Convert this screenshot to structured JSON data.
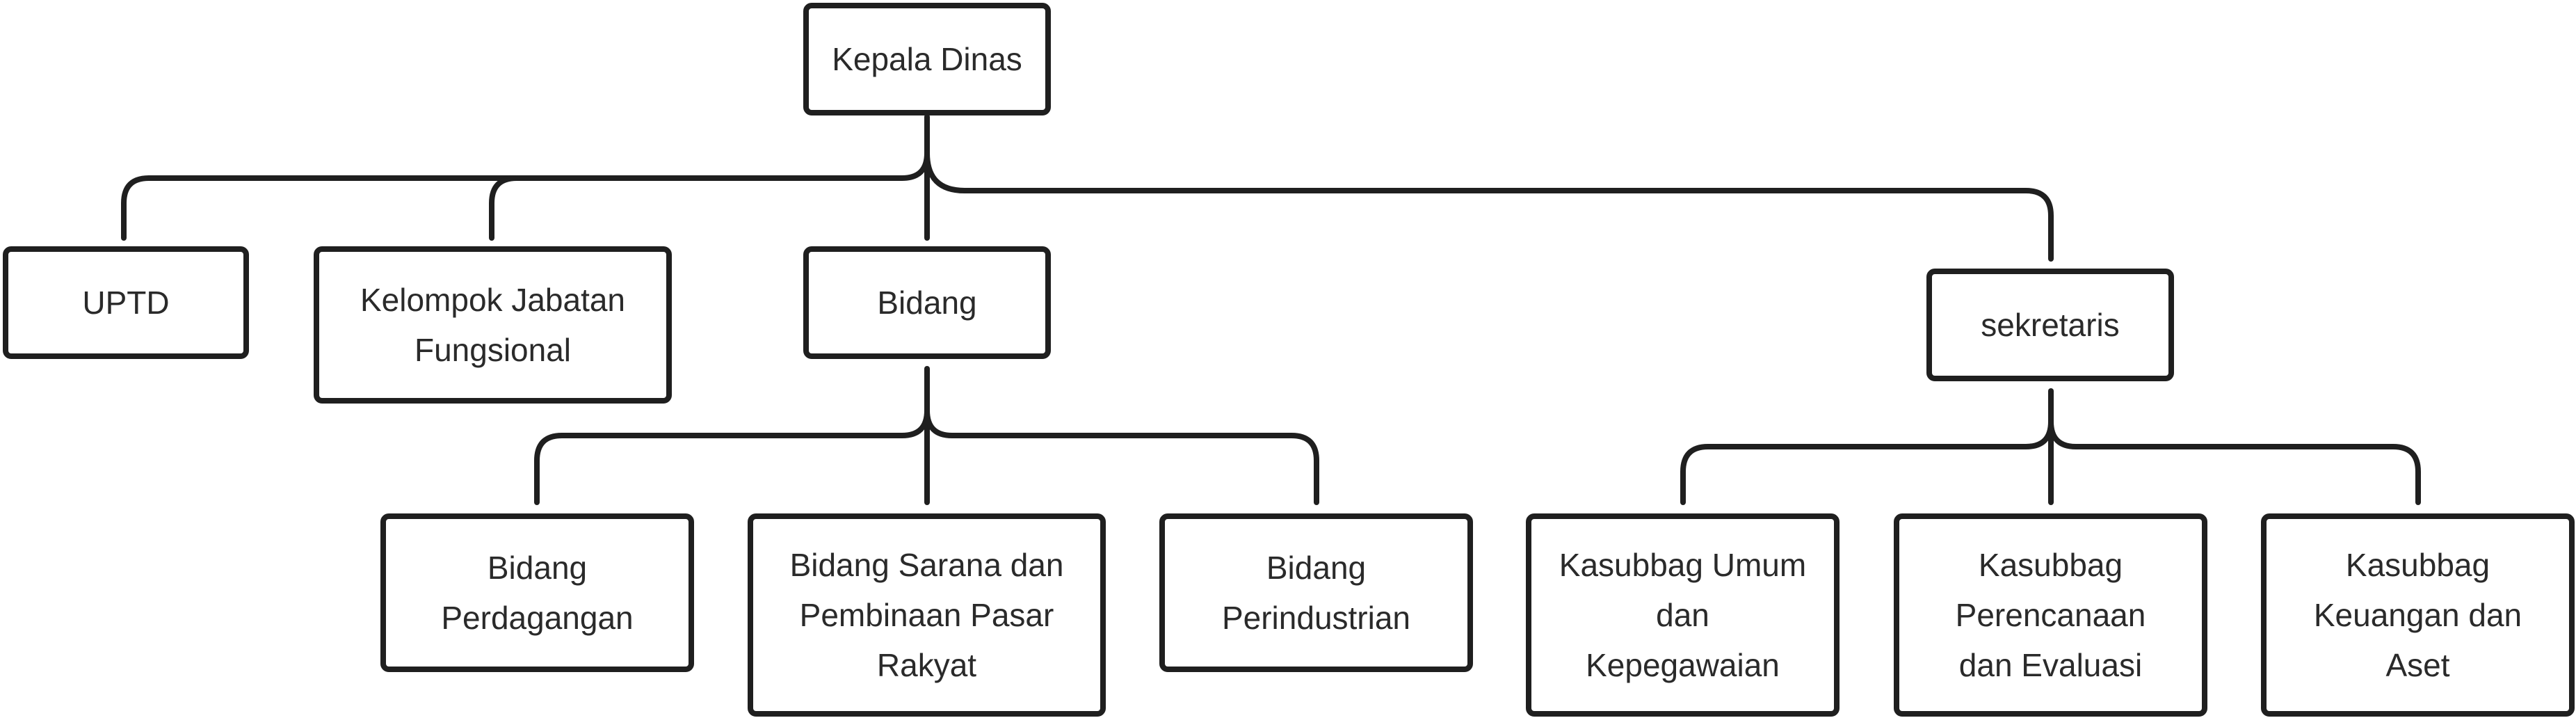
{
  "diagram": {
    "type": "org-chart",
    "colors": {
      "line": "#1f1f1f",
      "text": "#2a2a2a",
      "node_fill": "#ffffff"
    },
    "nodes": {
      "kepala_dinas": {
        "label": "Kepala Dinas"
      },
      "uptd": {
        "label": "UPTD"
      },
      "kelompok_jabatan_fungsional": {
        "label": "Kelompok Jabatan\nFungsional"
      },
      "bidang": {
        "label": "Bidang"
      },
      "sekretaris": {
        "label": "sekretaris"
      },
      "bidang_perdagangan": {
        "label": "Bidang\nPerdagangan"
      },
      "bidang_sarana_pasar": {
        "label": "Bidang Sarana dan\nPembinaan Pasar\nRakyat"
      },
      "bidang_perindustrian": {
        "label": "Bidang\nPerindustrian"
      },
      "kasubbag_umum": {
        "label": "Kasubbag Umum\ndan\nKepegawaian"
      },
      "kasubbag_perencanaan": {
        "label": "Kasubbag\nPerencanaan\ndan Evaluasi"
      },
      "kasubbag_keuangan": {
        "label": "Kasubbag\nKeuangan dan\nAset"
      }
    },
    "edges": [
      {
        "from": "kepala_dinas",
        "to": "uptd"
      },
      {
        "from": "kepala_dinas",
        "to": "kelompok_jabatan_fungsional"
      },
      {
        "from": "kepala_dinas",
        "to": "bidang"
      },
      {
        "from": "kepala_dinas",
        "to": "sekretaris"
      },
      {
        "from": "bidang",
        "to": "bidang_perdagangan"
      },
      {
        "from": "bidang",
        "to": "bidang_sarana_pasar"
      },
      {
        "from": "bidang",
        "to": "bidang_perindustrian"
      },
      {
        "from": "sekretaris",
        "to": "kasubbag_umum"
      },
      {
        "from": "sekretaris",
        "to": "kasubbag_perencanaan"
      },
      {
        "from": "sekretaris",
        "to": "kasubbag_keuangan"
      }
    ]
  }
}
